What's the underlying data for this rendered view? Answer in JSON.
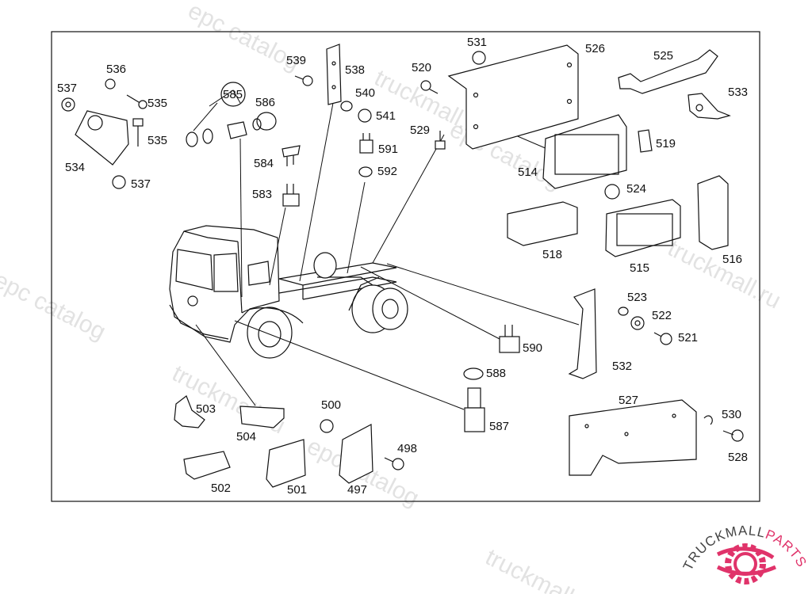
{
  "diagram": {
    "labels": {
      "l497": "497",
      "l498": "498",
      "l500": "500",
      "l501": "501",
      "l502": "502",
      "l503": "503",
      "l504": "504",
      "l514": "514",
      "l515": "515",
      "l516": "516",
      "l518": "518",
      "l519": "519",
      "l520": "520",
      "l521": "521",
      "l522": "522",
      "l523": "523",
      "l524": "524",
      "l525": "525",
      "l526": "526",
      "l527": "527",
      "l528": "528",
      "l529": "529",
      "l530": "530",
      "l531": "531",
      "l532": "532",
      "l533": "533",
      "l534": "534",
      "l535a": "535",
      "l535b": "535",
      "l536": "536",
      "l537a": "537",
      "l537b": "537",
      "l538": "538",
      "l539": "539",
      "l540": "540",
      "l541": "541",
      "l583": "583",
      "l584": "584",
      "l585": "585",
      "l586": "586",
      "l587": "587",
      "l588": "588",
      "l590": "590",
      "l591": "591",
      "l592": "592"
    }
  },
  "watermark": {
    "text": "truckmall.ru epc catalog",
    "part1": "truckmall.ru",
    "part2": "epc catalog"
  },
  "logo": {
    "text_dark": "TRUCKMALL",
    "text_accent": "PARTS",
    "accent_color": "#e0336a",
    "dark_color": "#444444"
  }
}
